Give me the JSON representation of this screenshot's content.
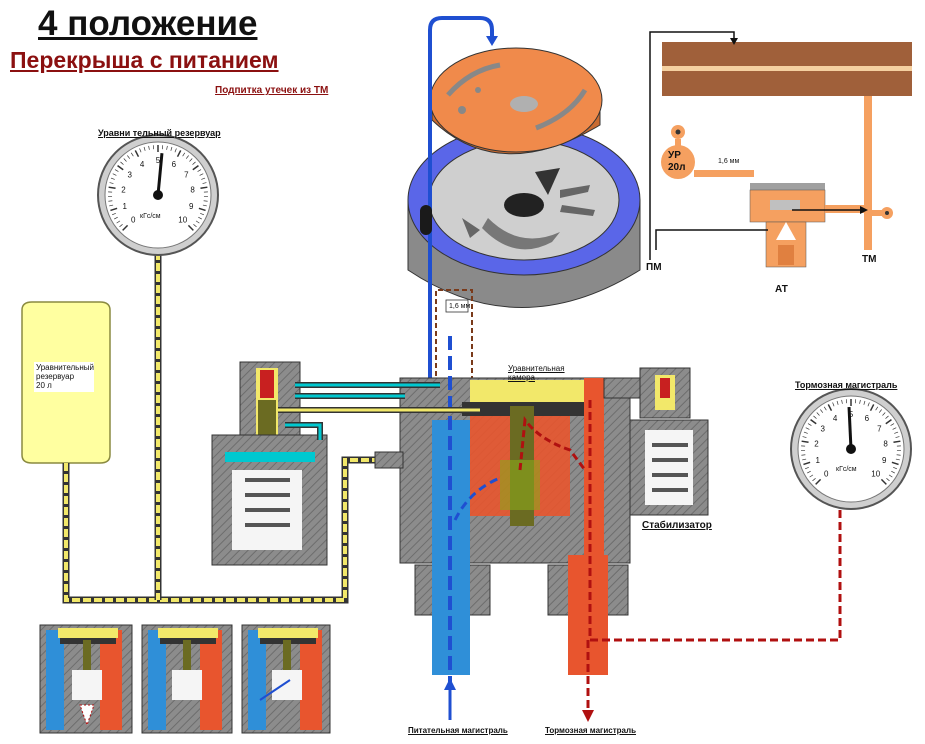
{
  "header": {
    "title": "4 положение",
    "subtitle": "Перекрыша с питанием",
    "note": "Подпитка утечек из ТМ"
  },
  "gauges": {
    "equalizing": {
      "label": "Уравни тельный резервуар",
      "unit": "кГс/см",
      "ticks": [
        "0",
        "1",
        "2",
        "3",
        "4",
        "5",
        "6",
        "7",
        "8",
        "9",
        "10"
      ],
      "value": 5.2
    },
    "brake": {
      "label": "Тормозная магистраль",
      "unit": "кГс/см",
      "ticks": [
        "0",
        "1",
        "2",
        "3",
        "4",
        "5",
        "6",
        "7",
        "8",
        "9",
        "10"
      ],
      "value": 4.9
    }
  },
  "labels": {
    "reservoir_line1": "Уравнительный",
    "reservoir_line2": "резервуар",
    "reservoir_line3": "20 л",
    "chamber_line1": "Уравнительная",
    "chamber_line2": "камера",
    "stabilizer": "Стабилизатор",
    "supply_main": "Питательная магистраль",
    "brake_main": "Тормозная магистраль",
    "orifice_main": "1,6 мм"
  },
  "schematic": {
    "ur_line1": "УР",
    "ur_line2": "20л",
    "orifice": "1,6 мм",
    "pm": "ПМ",
    "tm": "ТМ",
    "at": "АТ"
  },
  "colors": {
    "supply": "#1f4fd1",
    "brake": "#e8552e",
    "equalizing": "#f2e86a",
    "body": "#8c8c8c",
    "valve_plate": "#f08a4b"
  }
}
